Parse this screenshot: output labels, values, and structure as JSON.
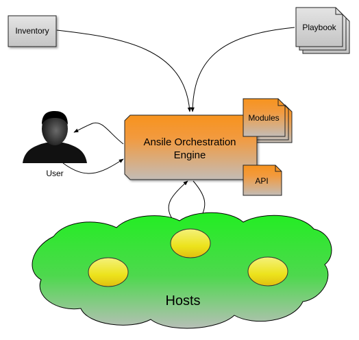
{
  "nodes": {
    "inventory": "Inventory",
    "playbook": "Playbook",
    "user": "User",
    "engine_line1": "Ansile Orchestration",
    "engine_line2": "Engine",
    "modules": "Modules",
    "api": "API",
    "hosts": "Hosts"
  },
  "colors": {
    "orange": "#f7931e",
    "green": "#22ee22",
    "yellow": "#f2ef1a",
    "gray": "#c8c8c8"
  }
}
